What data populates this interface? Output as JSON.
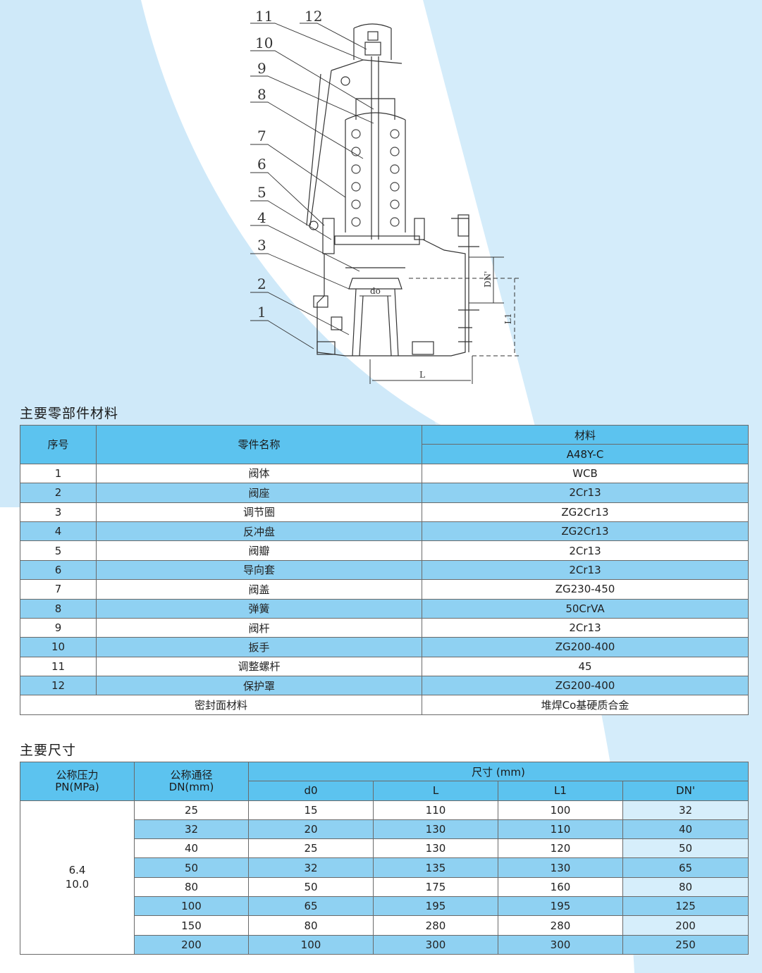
{
  "drawing": {
    "callouts": [
      "11",
      "12",
      "10",
      "9",
      "8",
      "7",
      "6",
      "5",
      "4",
      "3",
      "2",
      "1"
    ],
    "dim_labels": {
      "d0": "do",
      "dn": "DN'",
      "l1": "L1",
      "l": "L"
    }
  },
  "parts_section": {
    "title": "主要零部件材料",
    "headers": {
      "no": "序号",
      "name": "零件名称",
      "material": "材料",
      "model": "A48Y-C"
    },
    "rows": [
      {
        "no": "1",
        "name": "阀体",
        "material": "WCB"
      },
      {
        "no": "2",
        "name": "阀座",
        "material": "2Cr13"
      },
      {
        "no": "3",
        "name": "调节圈",
        "material": "ZG2Cr13"
      },
      {
        "no": "4",
        "name": "反冲盘",
        "material": "ZG2Cr13"
      },
      {
        "no": "5",
        "name": "阀瓣",
        "material": "2Cr13"
      },
      {
        "no": "6",
        "name": "导向套",
        "material": "2Cr13"
      },
      {
        "no": "7",
        "name": "阀盖",
        "material": "ZG230-450"
      },
      {
        "no": "8",
        "name": "弹簧",
        "material": "50CrVA"
      },
      {
        "no": "9",
        "name": "阀杆",
        "material": "2Cr13"
      },
      {
        "no": "10",
        "name": "扳手",
        "material": "ZG200-400"
      },
      {
        "no": "11",
        "name": "调整螺杆",
        "material": "45"
      },
      {
        "no": "12",
        "name": "保护罩",
        "material": "ZG200-400"
      }
    ],
    "footer": {
      "name": "密封面材料",
      "material": "堆焊Co基硬质合金"
    }
  },
  "dims_section": {
    "title": "主要尺寸",
    "headers": {
      "pn_line1": "公称压力",
      "pn_line2": "PN(MPa)",
      "dn_line1": "公称通径",
      "dn_line2": "DN(mm)",
      "size": "尺寸 (mm)",
      "d0": "d0",
      "l": "L",
      "l1": "L1",
      "dnp": "DN'"
    },
    "pn_values": [
      "6.4",
      "10.0"
    ],
    "rows": [
      {
        "dn": "25",
        "d0": "15",
        "l": "110",
        "l1": "100",
        "dnp": "32"
      },
      {
        "dn": "32",
        "d0": "20",
        "l": "130",
        "l1": "110",
        "dnp": "40"
      },
      {
        "dn": "40",
        "d0": "25",
        "l": "130",
        "l1": "120",
        "dnp": "50"
      },
      {
        "dn": "50",
        "d0": "32",
        "l": "135",
        "l1": "130",
        "dnp": "65"
      },
      {
        "dn": "80",
        "d0": "50",
        "l": "175",
        "l1": "160",
        "dnp": "80"
      },
      {
        "dn": "100",
        "d0": "65",
        "l": "195",
        "l1": "195",
        "dnp": "125"
      },
      {
        "dn": "150",
        "d0": "80",
        "l": "280",
        "l1": "280",
        "dnp": "200"
      },
      {
        "dn": "200",
        "d0": "100",
        "l": "300",
        "l1": "300",
        "dnp": "250"
      }
    ]
  }
}
